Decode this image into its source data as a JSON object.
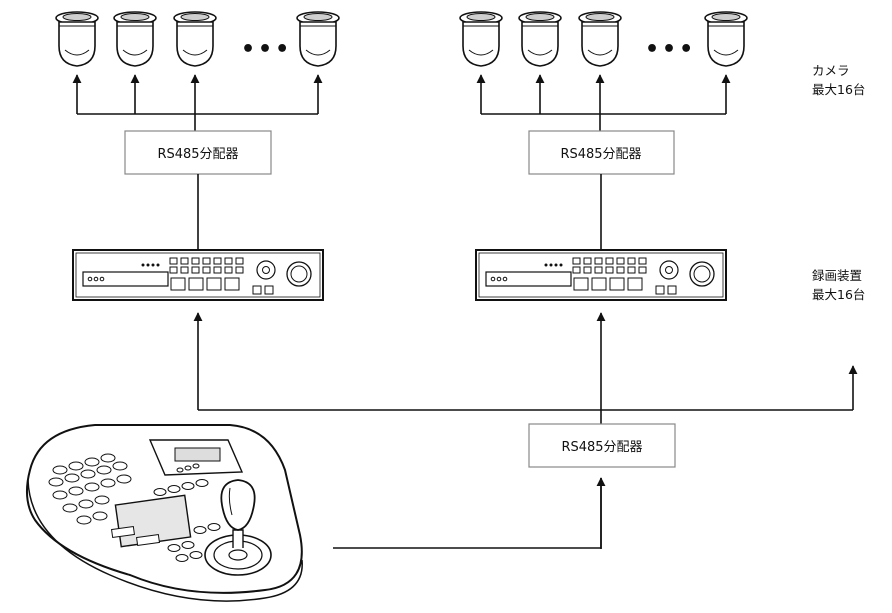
{
  "side_labels": {
    "camera": {
      "line1": "カメラ",
      "line2": "最大16台"
    },
    "recorder": {
      "line1": "録画装置",
      "line2": "最大16台"
    }
  },
  "boxes": {
    "top_left": "RS485分配器",
    "top_right": "RS485分配器",
    "bottom": "RS485分配器"
  },
  "ellipsis": "•••",
  "colors": {
    "line": "#111111",
    "box_border": "#888888",
    "background": "#ffffff"
  },
  "icons": [
    "dome-camera-icon",
    "dvr-recorder-icon",
    "ptz-controller-keyboard-icon",
    "arrow-icon"
  ]
}
